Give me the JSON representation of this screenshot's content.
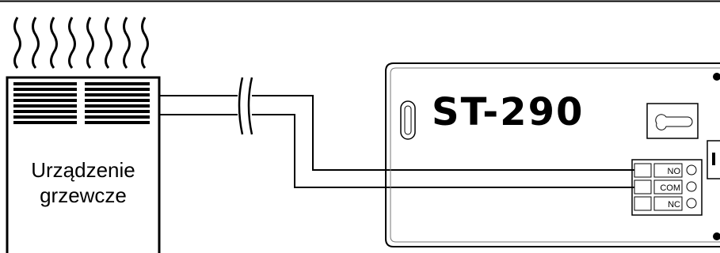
{
  "heater": {
    "label_line1": "Urządzenie",
    "label_line2": "grzewcze"
  },
  "controller": {
    "model": "ST-290",
    "terminals": [
      "NO",
      "COM",
      "NC"
    ]
  }
}
